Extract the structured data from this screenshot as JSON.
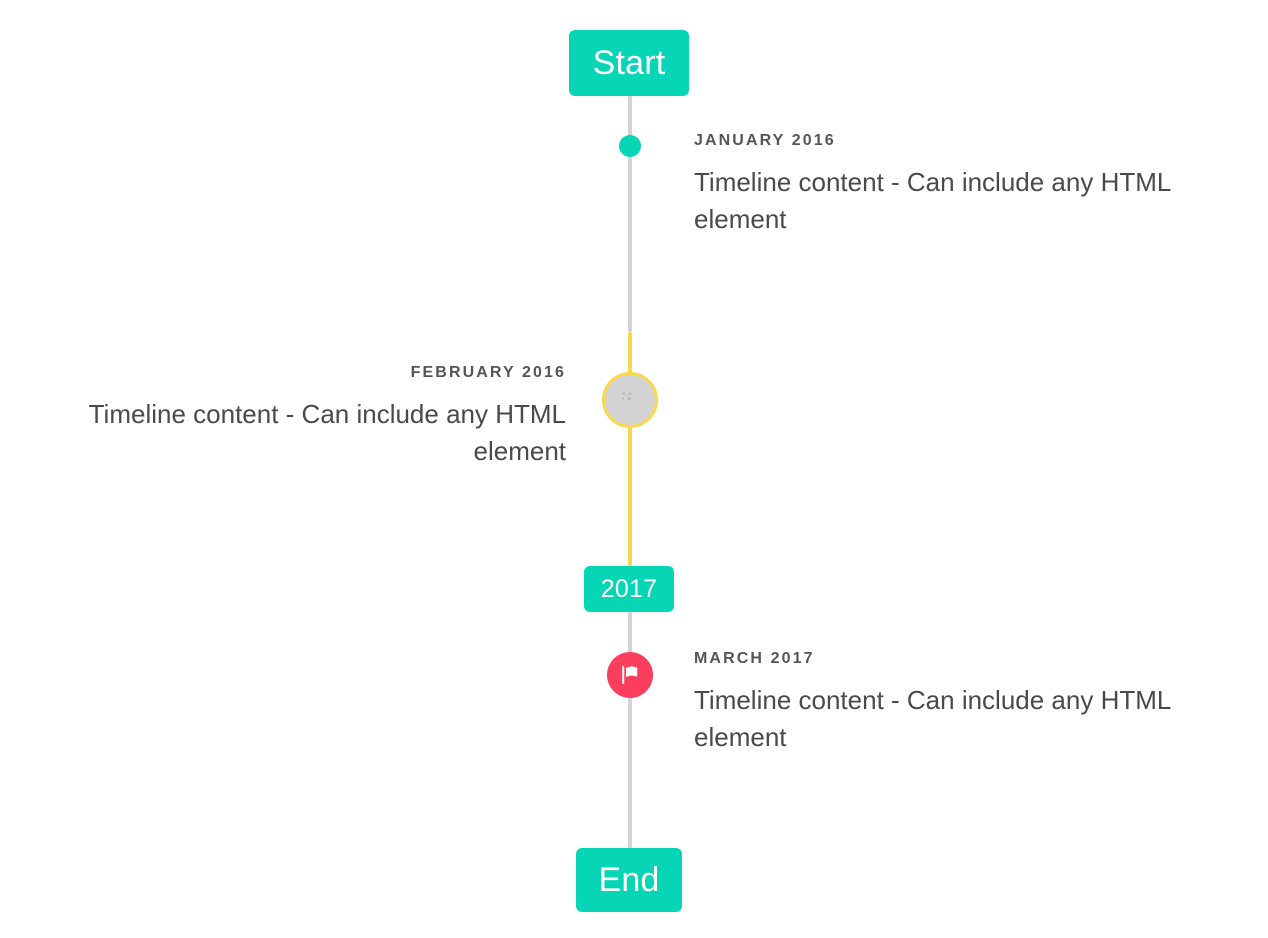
{
  "timeline": {
    "start_badge": {
      "label": "Start"
    },
    "year_badge": {
      "label": "2017"
    },
    "end_badge": {
      "label": "End"
    },
    "colors": {
      "accent_teal": "#06d6b5",
      "line_gray": "#d4d4d4",
      "line_yellow": "#f9d84a",
      "flag_pink": "#fb3e5e",
      "date_text": "#555555",
      "body_text": "#4a4a4a",
      "background": "#ffffff"
    },
    "entries": [
      {
        "date": "January 2016",
        "body": "Timeline content - Can include any HTML element",
        "side": "right",
        "marker": "dot"
      },
      {
        "date": "February 2016",
        "body": "Timeline content - Can include any HTML element",
        "side": "left",
        "marker": "image-placeholder"
      },
      {
        "date": "March 2017",
        "body": "Timeline content - Can include any HTML element",
        "side": "right",
        "marker": "flag-icon"
      }
    ]
  }
}
